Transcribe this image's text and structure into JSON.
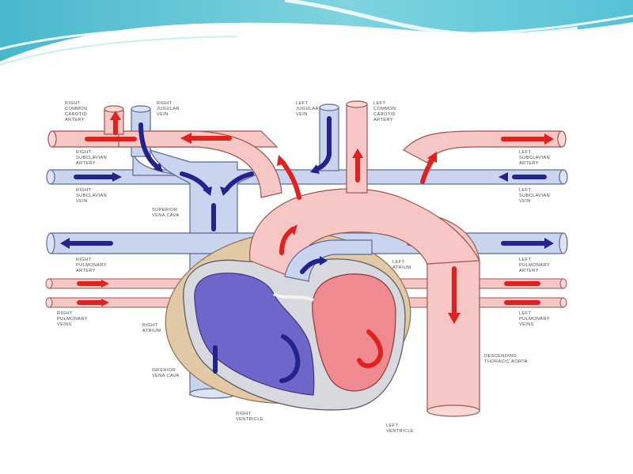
{
  "colors": {
    "vein": "#c9d4ee",
    "vein_edge": "#5d6894",
    "artery": "#f6c7c4",
    "artery_edge": "#9c5550",
    "red_arrow": "#e2201e",
    "blue_arrow": "#23238c",
    "pericardium": "#e2c9a6",
    "right_chamber": "#6f66c9",
    "left_chamber": "#ef8a90",
    "header_teal": "#5cc5d5"
  },
  "labels": {
    "right_common_carotid": [
      "RIGHT",
      "COMMON",
      "CAROTID",
      "ARTERY"
    ],
    "right_jugular": [
      "RIGHT",
      "JUGULAR",
      "VEIN"
    ],
    "left_jugular": [
      "LEFT",
      "JUGULAR",
      "VEIN"
    ],
    "left_common_carotid": [
      "LEFT",
      "COMMON",
      "CAROTID",
      "ARTERY"
    ],
    "right_subclavian_artery": [
      "RIGHT",
      "SUBCLAVIAN",
      "ARTERY"
    ],
    "left_subclavian_artery": [
      "LEFT",
      "SUBCLAVIAN",
      "ARTERY"
    ],
    "right_subclavian_vein": [
      "RIGHT",
      "SUBCLAVIAN",
      "VEIN"
    ],
    "left_subclavian_vein": [
      "LEFT",
      "SUBCLAVIAN",
      "VEIN"
    ],
    "superior_vena_cava": [
      "SUPERIOR",
      "VENA CAVA"
    ],
    "right_pulmonary_artery": [
      "RIGHT",
      "PULMONARY",
      "ARTERY"
    ],
    "left_pulmonary_artery": [
      "LEFT",
      "PULMONARY",
      "ARTERY"
    ],
    "left_atrium": [
      "LEFT",
      "ATRIUM"
    ],
    "right_pulmonary_veins": [
      "RIGHT",
      "PULMONARY",
      "VEINS"
    ],
    "left_pulmonary_veins": [
      "LEFT",
      "PULMONARY",
      "VEINS"
    ],
    "right_atrium": [
      "RIGHT",
      "ATRIUM"
    ],
    "descending_aorta": [
      "DESCENDING",
      "THORACIC AORTA"
    ],
    "inferior_vena_cava": [
      "INFERIOR",
      "VENA CAVA"
    ],
    "right_ventricle": [
      "RIGHT",
      "VENTRICLE"
    ],
    "left_ventricle": [
      "LEFT",
      "VENTRICLE"
    ]
  }
}
